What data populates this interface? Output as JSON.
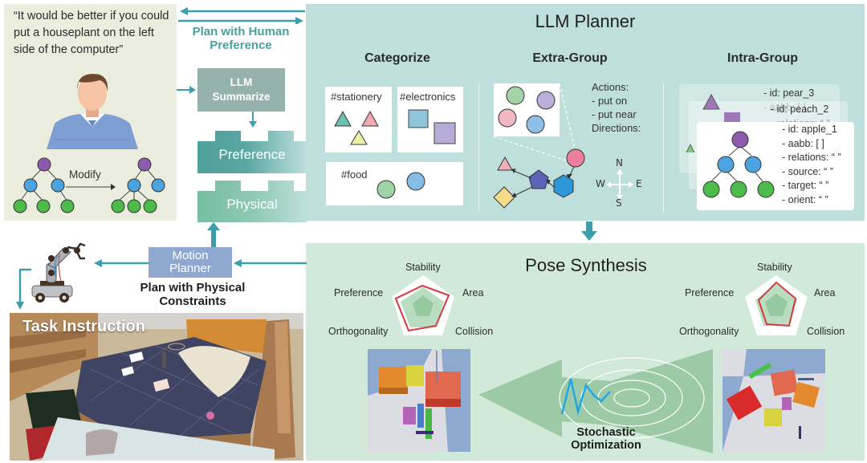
{
  "human": {
    "quote": "“It would be better if you could put a houseplant on the left side of the computer”",
    "modify_label": "Modify"
  },
  "flow": {
    "human_preference_label_line1": "Plan with Human",
    "human_preference_label_line2": "Preference",
    "llm_summarize_line1": "LLM",
    "llm_summarize_line2": "Summarize",
    "preference_block": "Preference",
    "physical_block": "Physical",
    "motion_planner_line1": "Motion",
    "motion_planner_line2": "Planner",
    "physical_constraints_line1": "Plan with Physical",
    "physical_constraints_line2": "Constraints"
  },
  "llm_planner": {
    "title": "LLM Planner",
    "categorize": {
      "title": "Categorize",
      "tags": [
        "#stationery",
        "#electronics",
        "#food"
      ]
    },
    "extra_group": {
      "title": "Extra-Group",
      "actions_lines": [
        "Actions:",
        "- put on",
        "- put near",
        "Directions:"
      ],
      "compass": {
        "n": "N",
        "s": "S",
        "e": "E",
        "w": "W"
      }
    },
    "intra_group": {
      "title": "Intra-Group",
      "back_card_1": [
        "- id: pear_3",
        "- aabb: [ ]"
      ],
      "back_card_2": [
        "- id: peach_2",
        "- relations: “ ”"
      ],
      "front_card": [
        "- id: apple_1",
        "- aabb: [ ]",
        "- relations: “ ”",
        "- source: “ ”",
        "- target: “ ”",
        "- orient: “ ”"
      ]
    }
  },
  "pose_synthesis": {
    "title": "Pose Synthesis",
    "optimizer_line1": "Stochastic",
    "optimizer_line2": "Optimization",
    "radar_axes": [
      "Stability",
      "Area",
      "Collision",
      "Orthogonality",
      "Preference"
    ]
  },
  "task": {
    "title": "Task Instruction"
  },
  "colors": {
    "teal_arrow": "#3e9fab",
    "llm_panel": "#bfdfdc",
    "pose_panel": "#d1e9d8",
    "human_panel": "#ebeedf",
    "motion_planner": "#8fa8d0",
    "summarize": "#95b1ad",
    "radar_line": "#d33c3c"
  }
}
